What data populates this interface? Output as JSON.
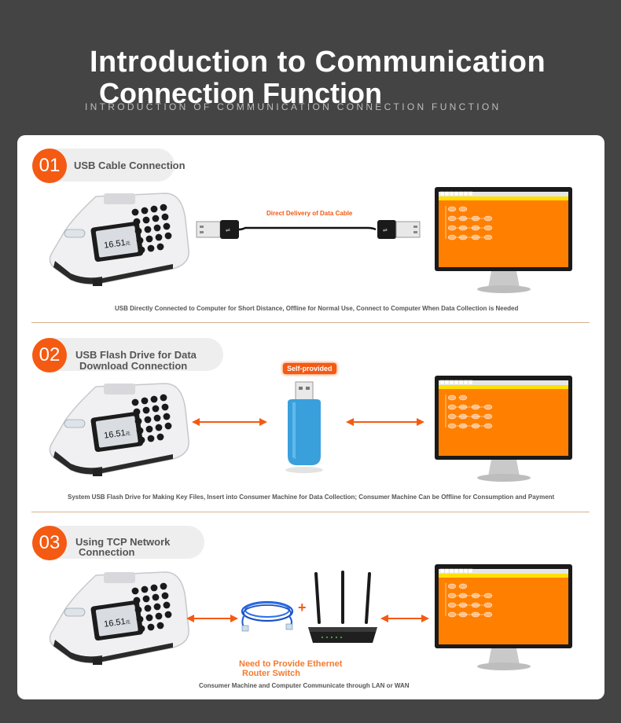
{
  "header": {
    "title_line1": "Introduction to Communication",
    "title_line2": "Connection Function",
    "subtitle": "INTRODUCTION OF COMMUNICATION CONNECTION FUNCTION"
  },
  "device": {
    "screen_value": "16.51",
    "screen_suffix": "元"
  },
  "sections": [
    {
      "number": "01",
      "title_line1": "USB Cable Connection",
      "title_line2": "",
      "connector_label": "Direct Delivery of Data Cable",
      "caption": "USB Directly Connected to Computer for Short Distance, Offline for Normal Use, Connect to Computer When Data Collection is Needed"
    },
    {
      "number": "02",
      "title_line1": "USB Flash Drive for Data",
      "title_line2": "Download Connection",
      "badge_label": "Self-provided",
      "caption": "System USB Flash Drive for Making Key Files, Insert into Consumer Machine for Data Collection; Consumer Machine Can be Offline for Consumption and Payment"
    },
    {
      "number": "03",
      "title_line1": "Using TCP Network",
      "title_line2": "Connection",
      "plus_sign": "+",
      "router_label_line1": "Need to Provide Ethernet",
      "router_label_line2": "Router Switch",
      "caption": "Consumer Machine and Computer Communicate through LAN or WAN"
    }
  ],
  "colors": {
    "accent": "#f45a12",
    "monitor_screen": "#ff7f00",
    "usb_drive": "#3aa0dc",
    "cable_blue": "#1e5bd6"
  }
}
